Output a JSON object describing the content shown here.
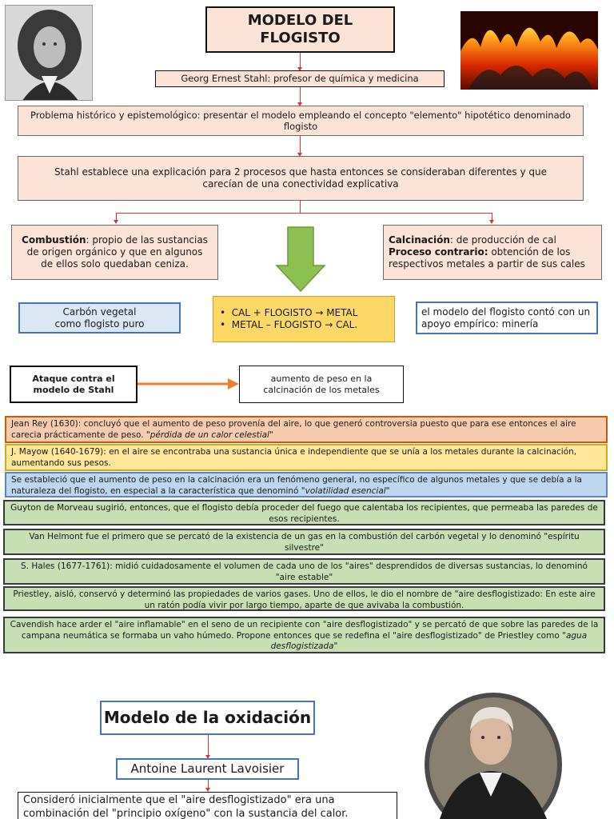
{
  "title": "MODELO DEL FLOGISTO",
  "author": "Georg Ernest Stahl: profesor de química y medicina",
  "problem": "Problema histórico y epistemológico: presentar el modelo empleando el concepto \"elemento\" hipotético denominado  flogisto",
  "explanation": "Stahl establece una explicación para 2 procesos que hasta entonces se consideraban diferentes y que carecían de una conectividad explicativa",
  "combustion": {
    "term": "Combustión",
    "text": ": propio de las sustancias de origen orgánico y que en algunos de ellos solo quedaban ceniza."
  },
  "calcination": {
    "term": "Calcinación",
    "text": ": de producción de cal",
    "reverse_term": "Proceso contrario:",
    "reverse_text": "  obtención de los respectivos metales a partir de sus cales"
  },
  "charcoal": {
    "line1": "Carbón vegetal",
    "line2": "como flogisto puro"
  },
  "equations": [
    "CAL + FLOGISTO → METAL",
    "METAL – FLOGISTO →  CAL."
  ],
  "empirical": "el modelo del flogisto contó con un apoyo empírico: minería",
  "attack": {
    "label": "Ataque contra el modelo de Stahl",
    "result": "aumento de peso en la calcinación de los metales"
  },
  "notes": {
    "rey": {
      "text": "Jean Rey (1630): concluyó que el aumento de peso provenía del aire, lo que generó controversia puesto que para ese entonces el aire carecia prácticamente de peso. ",
      "italic": "\"pérdida de un calor celestial\""
    },
    "mayow": "J. Mayow (1640-1679): en el aire se encontraba una sustancia única e independiente que se unía a los metales durante la calcinación, aumentando sus pesos.",
    "volatility": {
      "text": "Se estableció que el aumento de peso en la calcinación era un fenómeno general, no específico de algunos metales y que se debía a la naturaleza del flogisto, en especial a la característica que denominó ",
      "italic": "\"volatilidad esencial\""
    },
    "guyton": "Guyton de Morveau sugirió, entonces, que el flogisto debía proceder del fuego que calentaba los recipientes, que permeaba las paredes de esos recipientes.",
    "helmont": "Van Helmont fue el primero que se percató de la existencia de un gas en la combustión del carbón vegetal y lo denominó \"espíritu silvestre\"",
    "hales": "S. Hales (1677-1761): midió cuidadosamente el volumen de cada uno de los \"aires\" desprendidos de diversas sustancias, lo denominó \"aire estable\"",
    "priestley": "Priestley, aisló, conservó y determinó las propiedades de varios gases. Uno de ellos, le dio el nombre de \"aire desflogistizado: En este aire un ratón podía vivir por largo tiempo, aparte de que avivaba la combustión.",
    "cavendish": {
      "text": "Cavendish hace arder el \"aire inflamable\" en el seno de un recipiente con \"aire desflogistizado\" y se percató de que sobre las paredes de la campana neumática se formaba un vaho húmedo. Propone entonces que se redefina el \"aire desflogistizado\" de Priestley como ",
      "italic": "\"agua desflogistizada\""
    }
  },
  "oxidation": {
    "title": "Modelo de la oxidación",
    "author": "Antoine Laurent Lavoisier",
    "text": "Consideró inicialmente que el \"aire desflogistizado\" era una combinación del \"principio oxígeno\" con la sustancia del calor."
  },
  "colors": {
    "accent_red": "#e03030",
    "green_arrow": "#8cc152",
    "orange_arrow": "#ed7d31",
    "blue_border": "#4472c4"
  }
}
